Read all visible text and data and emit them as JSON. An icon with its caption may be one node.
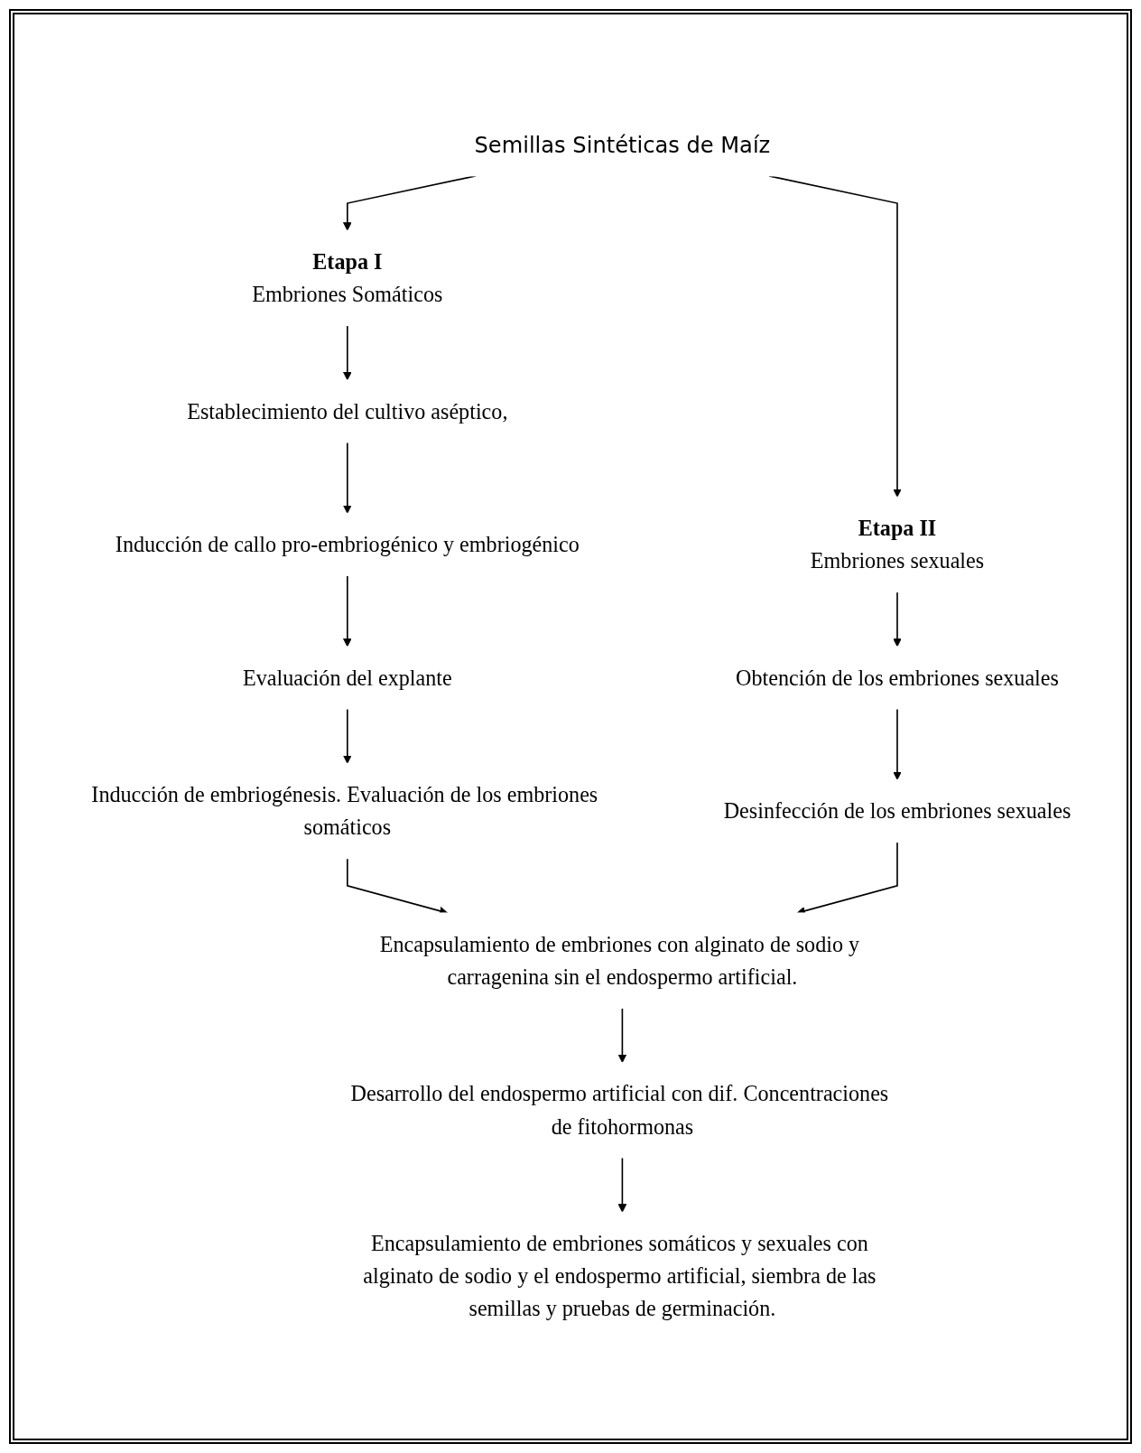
{
  "diagram": {
    "nodes": [
      {
        "text": [
          "Semillas Sintéticas de Maíz"
        ]
      },
      {
        "text": [
          "Etapa I",
          "Embriones Somáticos"
        ]
      },
      {
        "text": [
          "Etapa II",
          "Embriones sexuales"
        ]
      },
      {
        "text": [
          "Establecimiento del cultivo aséptico,"
        ]
      },
      {
        "text": [
          "Obtención de los embriones sexuales"
        ]
      },
      {
        "text": [
          "Inducción de callo pro-embriogénico y embriogénico"
        ]
      },
      {
        "text": [
          "Desinfección de los embriones sexuales"
        ]
      },
      {
        "text": [
          "Evaluación del explante"
        ]
      },
      {
        "text": [
          "Inducción de embriogénesis. Evaluación de los embriones somáticos"
        ]
      },
      {
        "text": [
          "Encapsulamiento de embriones con alginato de sodio y carragenina sin el endospermo artificial."
        ]
      },
      {
        "text": [
          "Desarrollo del endospermo artificial con dif. Concentraciones de fitohormonas"
        ]
      },
      {
        "text": [
          "Encapsulamiento de embriones somáticos y sexuales con alginato de sodio y el endospermo artificial, siembra de las semillas y pruebas de germinación."
        ]
      }
    ],
    "edges": [
      {
        "from": 0,
        "to": 1,
        "arrow": "to"
      },
      {
        "from": 0,
        "to": 2,
        "arrow": "to"
      },
      {
        "from": 1,
        "to": 3,
        "arrow": "to"
      },
      {
        "from": 2,
        "to": 4,
        "arrow": "to"
      },
      {
        "from": 3,
        "to": 5,
        "arrow": "to"
      },
      {
        "from": 4,
        "to": 6,
        "arrow": "to"
      },
      {
        "from": 5,
        "to": 7,
        "arrow": "to"
      },
      {
        "from": 7,
        "to": 8,
        "arrow": "to"
      },
      {
        "from": 8,
        "to": 9,
        "arrow": "to"
      },
      {
        "from": 6,
        "to": 9,
        "arrow": "to"
      },
      {
        "from": 9,
        "to": 10,
        "arrow": "to"
      },
      {
        "from": 10,
        "to": 11,
        "arrow": "to"
      }
    ]
  }
}
